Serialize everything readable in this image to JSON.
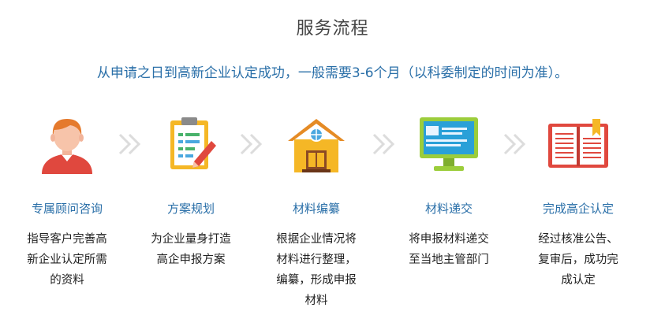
{
  "header": {
    "title": "服务流程",
    "subtitle": "从申请之日到高新企业认定成功，一般需要3-6个月（以科委制定的时间为准）。"
  },
  "steps": [
    {
      "title": "专属顾问咨询",
      "desc": "指导客户完善高新企业认定所需的资料",
      "icon": "consultant-icon"
    },
    {
      "title": "方案规划",
      "desc": "为企业量身打造高企申报方案",
      "icon": "clipboard-plan-icon"
    },
    {
      "title": "材料编纂",
      "desc": "根据企业情况将材料进行整理，编纂，形成申报材料",
      "icon": "house-icon"
    },
    {
      "title": "材料递交",
      "desc": "将申报材料递交至当地主管部门",
      "icon": "monitor-icon"
    },
    {
      "title": "完成高企认定",
      "desc": "经过核准公告、复审后，成功完成认定",
      "icon": "book-icon"
    }
  ],
  "colors": {
    "title": "#444444",
    "accent_blue": "#2a6fa8",
    "arrow": "#dcdcdc"
  }
}
